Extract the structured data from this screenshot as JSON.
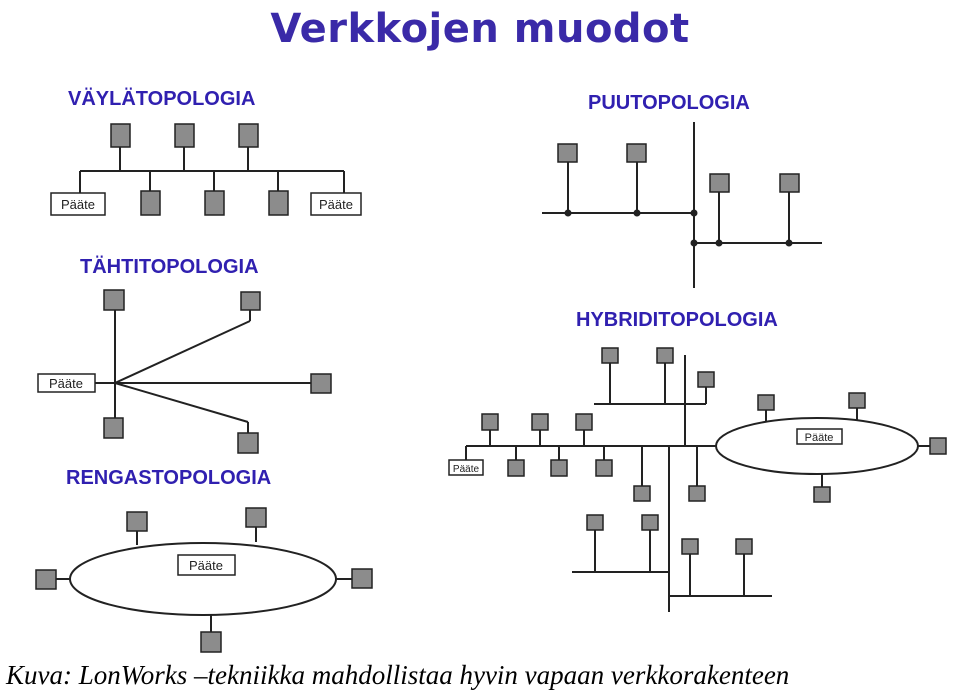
{
  "title": "Verkkojen muodot",
  "caption": "Kuva: LonWorks –tekniikka mahdollistaa hyvin vapaan verkkorakenteen",
  "colors": {
    "title": "#3a2aa8",
    "heading": "#3020b0",
    "node_fill": "#8c8c8c",
    "line": "#222222"
  },
  "topologies": {
    "bus": {
      "heading": "VÄYLÄTOPOLOGIA",
      "terminal_left": "Pääte",
      "terminal_right": "Pääte"
    },
    "tree": {
      "heading": "PUUTOPOLOGIA"
    },
    "star": {
      "heading": "TÄHTITOPOLOGIA",
      "terminal": "Pääte"
    },
    "hybrid": {
      "heading": "HYBRIDITOPOLOGIA",
      "terminal_bus": "Pääte",
      "terminal_ring": "Pääte"
    },
    "ring": {
      "heading": "RENGASTOPOLOGIA",
      "terminal": "Pääte"
    }
  }
}
